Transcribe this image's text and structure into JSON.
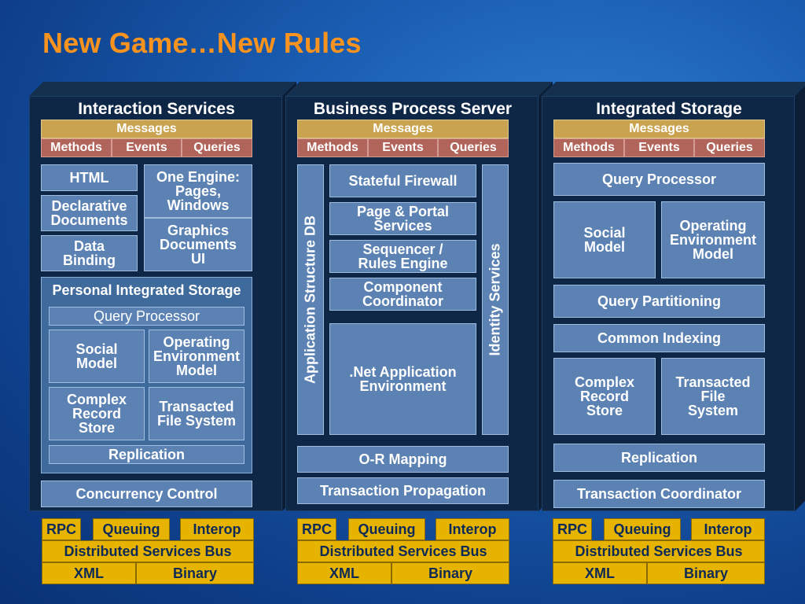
{
  "title": "New Game…New Rules",
  "common": {
    "messages": "Messages",
    "methods": "Methods",
    "events": "Events",
    "queries": "Queries",
    "rpc": "RPC",
    "queuing": "Queuing",
    "interop": "Interop",
    "bus": "Distributed Services Bus",
    "xml": "XML",
    "binary": "Binary"
  },
  "col1": {
    "title": "Interaction Services",
    "html": "HTML",
    "declarative": "Declarative\nDocuments",
    "data_binding": "Data\nBinding",
    "one_engine": "One Engine:\nPages,\nWindows",
    "graphics": "Graphics\nDocuments\nUI",
    "pis_title": "Personal Integrated Storage",
    "query_processor": "Query Processor",
    "social_model": "Social\nModel",
    "oem": "Operating\nEnvironment\nModel",
    "complex_record": "Complex\nRecord\nStore",
    "transacted_fs": "Transacted\nFile System",
    "replication": "Replication",
    "concurrency": "Concurrency Control"
  },
  "col2": {
    "title": "Business Process Server",
    "app_structure": "Application Structure DB",
    "identity": "Identity Services",
    "stateful_firewall": "Stateful Firewall",
    "page_portal": "Page & Portal\nServices",
    "sequencer": "Sequencer /\nRules Engine",
    "component": "Component\nCoordinator",
    "net_app": ".Net Application\nEnvironment",
    "or_mapping": "O-R Mapping",
    "transaction_prop": "Transaction Propagation"
  },
  "col3": {
    "title": "Integrated Storage",
    "query_processor": "Query Processor",
    "social_model": "Social\nModel",
    "oem": "Operating\nEnvironment\nModel",
    "query_partitioning": "Query Partitioning",
    "common_indexing": "Common Indexing",
    "complex_record": "Complex\nRecord\nStore",
    "transacted_fs": "Transacted\nFile\nSystem",
    "replication": "Replication",
    "transaction_coord": "Transaction Coordinator"
  }
}
